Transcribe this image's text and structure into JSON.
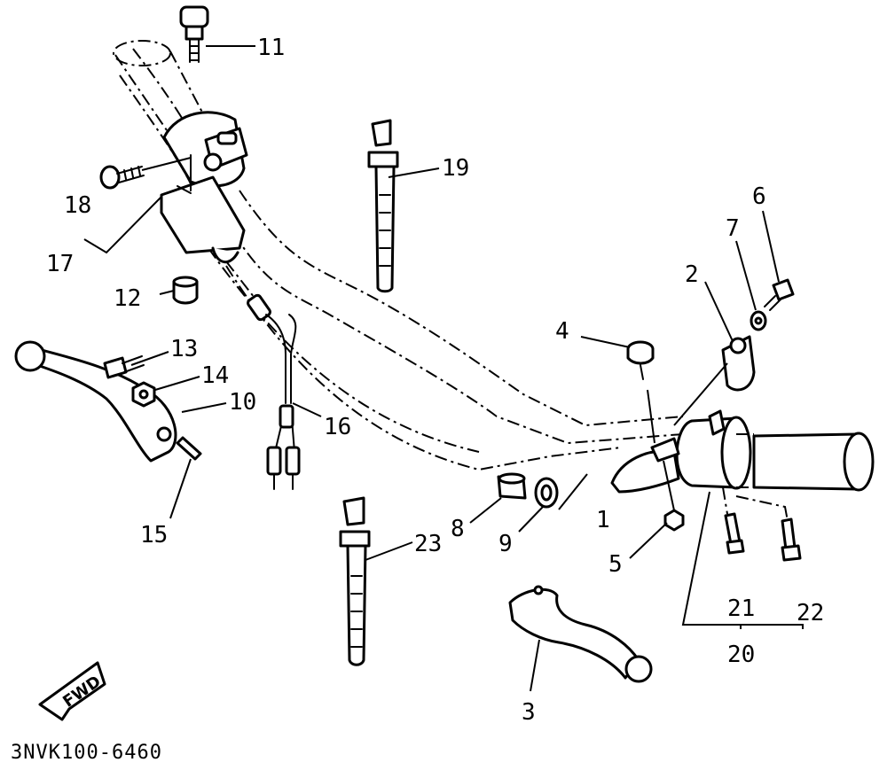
{
  "diagram": {
    "code": "3NVK100-6460",
    "direction_label": "FWD",
    "callouts": {
      "c1": "1",
      "c2": "2",
      "c3": "3",
      "c4": "4",
      "c5": "5",
      "c6": "6",
      "c7": "7",
      "c8": "8",
      "c9": "9",
      "c10": "10",
      "c11": "11",
      "c12": "12",
      "c13": "13",
      "c14": "14",
      "c15": "15",
      "c16": "16",
      "c17": "17",
      "c18": "18",
      "c19": "19",
      "c20": "20",
      "c21": "21",
      "c22": "22",
      "c23": "23"
    }
  }
}
